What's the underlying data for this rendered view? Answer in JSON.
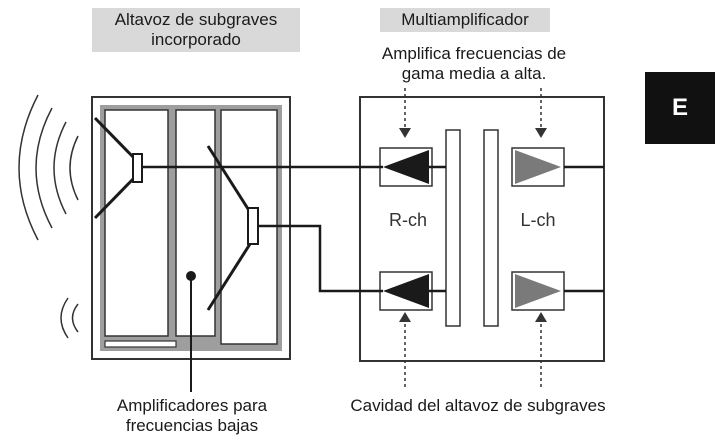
{
  "headers": {
    "subwoofer_title_line1": "Altavoz de subgraves",
    "subwoofer_title_line2": "incorporado",
    "amp_title": "Multiamplificador"
  },
  "annotations": {
    "mid_high_line1": "Amplifica frecuencias de",
    "mid_high_line2": "gama media a alta.",
    "low_amp_line1": "Amplificadores para",
    "low_amp_line2": "frecuencias bajas",
    "cavity": "Cavidad del altavoz de subgraves"
  },
  "channels": {
    "right": "R-ch",
    "left": "L-ch"
  },
  "section_tab": "E",
  "colors": {
    "header_bg": "#d9d9d9",
    "tab_bg": "#111111",
    "wall_gray": "#9e9e9e",
    "right_amp": "#1a1a1a",
    "left_amp": "#7a7a7a"
  }
}
